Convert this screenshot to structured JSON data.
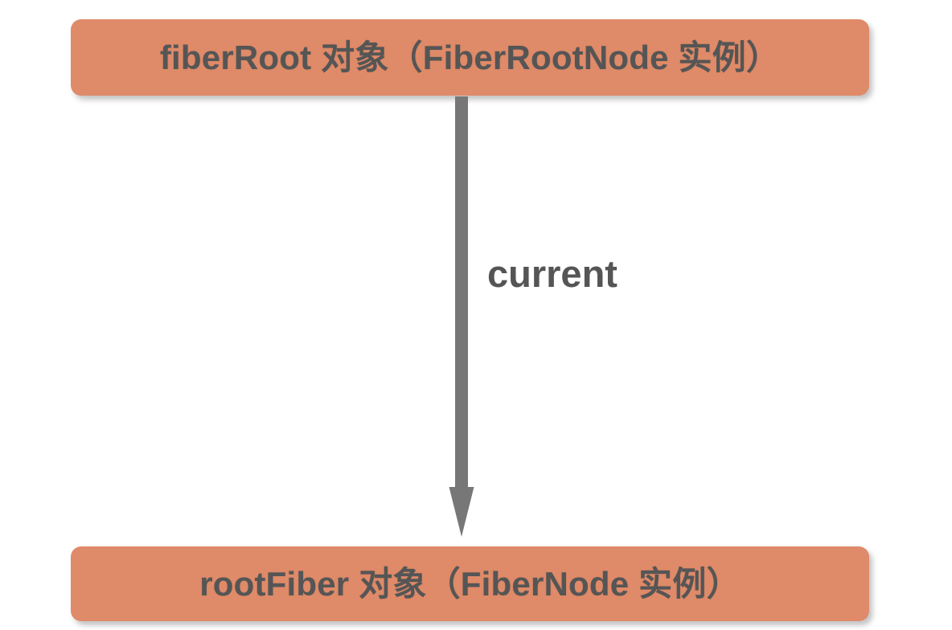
{
  "diagram": {
    "title": "React fiberRoot / rootFiber relationship",
    "background_color": "#ffffff",
    "node_fill_color": "#df8a68",
    "node_text_color": "#555555",
    "arrow_color": "#777777",
    "nodes": [
      {
        "id": "fiber-root",
        "label": "fiberRoot 对象（FiberRootNode 实例）",
        "shape": "rounded-rectangle"
      },
      {
        "id": "root-fiber",
        "label": "rootFiber 对象（FiberNode 实例）",
        "shape": "rounded-rectangle"
      }
    ],
    "edges": [
      {
        "id": "current-edge",
        "from": "fiber-root",
        "to": "root-fiber",
        "label": "current",
        "direction": "down",
        "style": "solid-arrow"
      }
    ]
  }
}
